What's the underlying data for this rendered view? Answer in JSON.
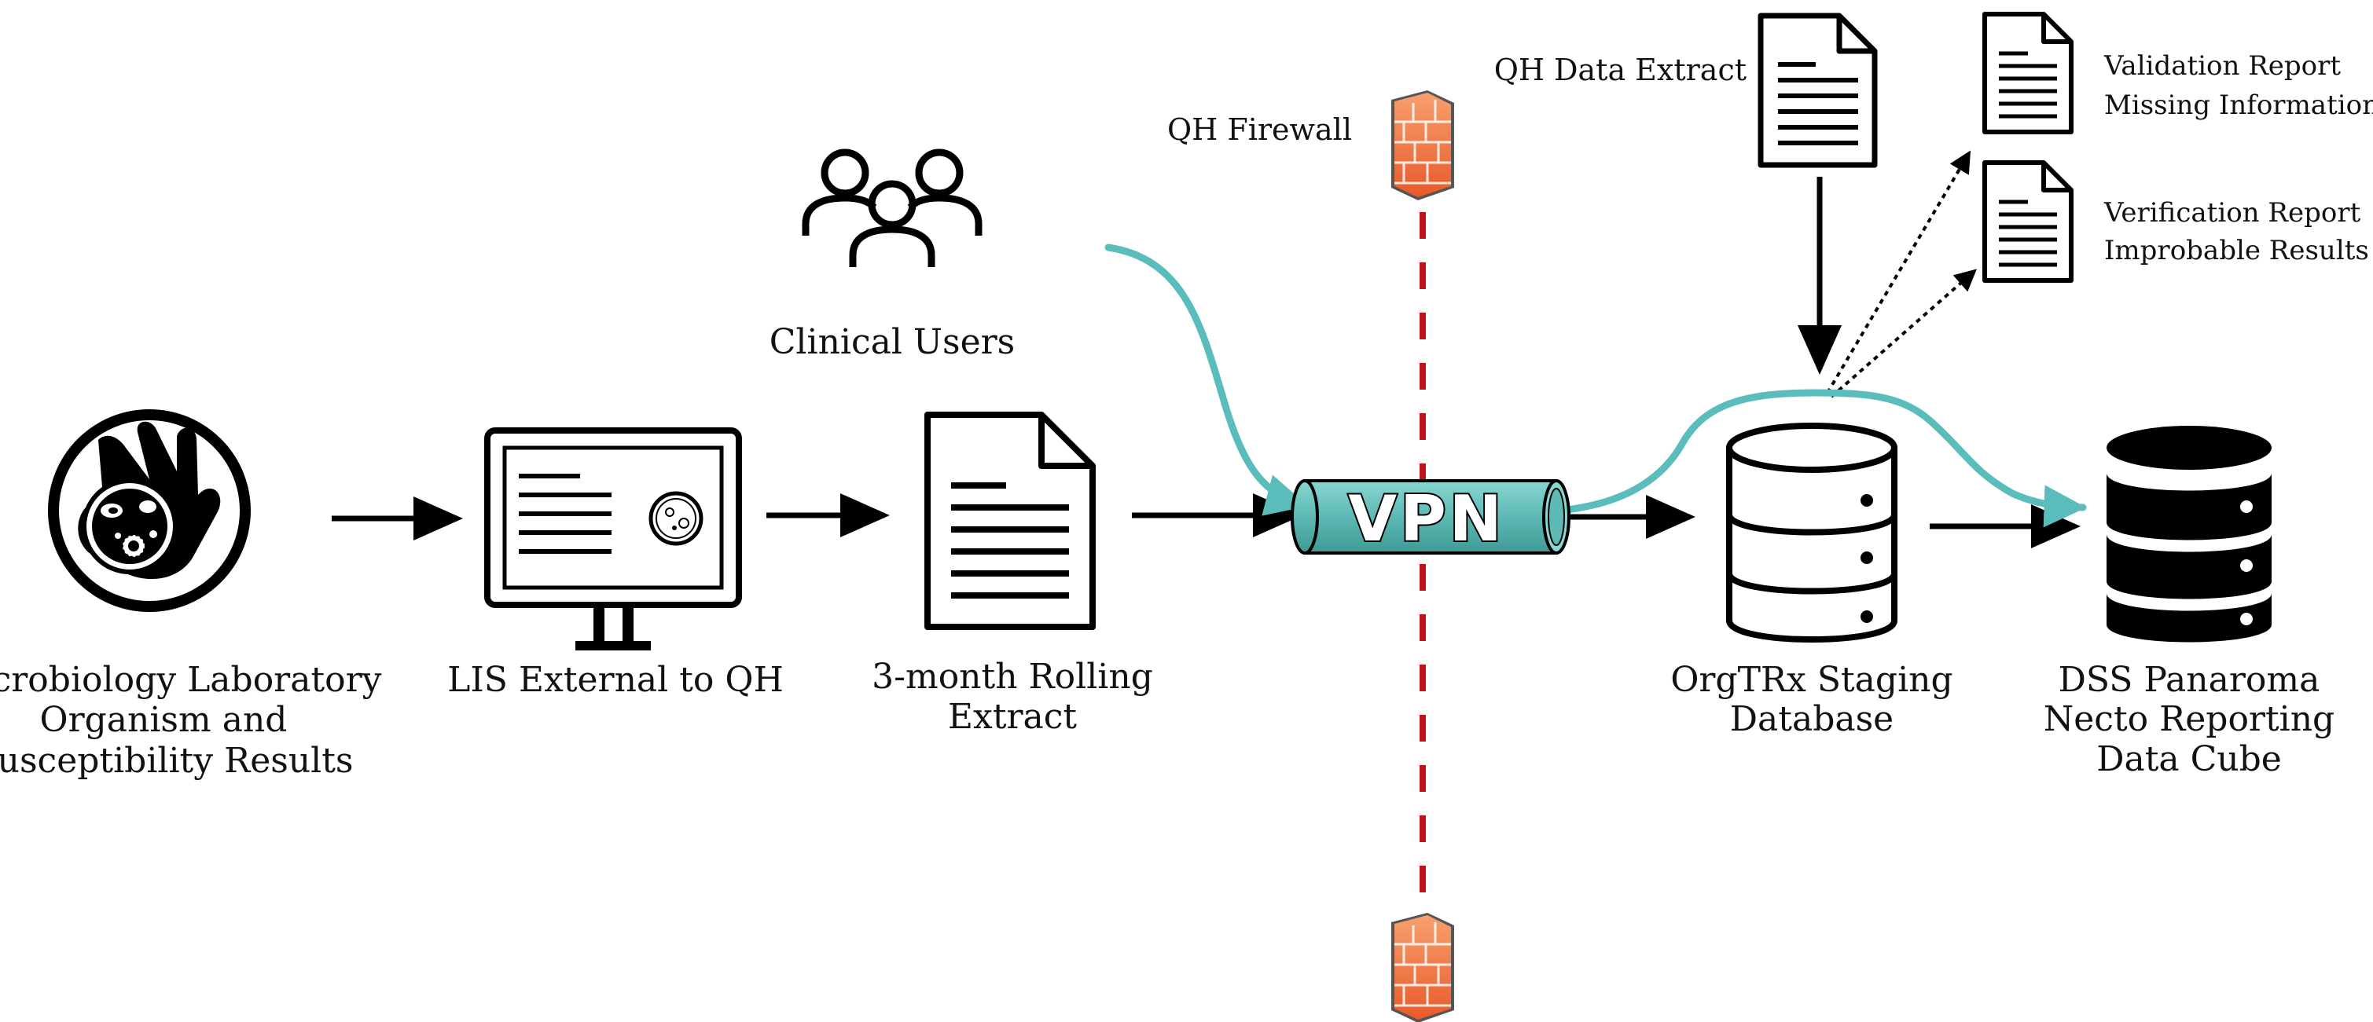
{
  "nodes": {
    "microbiology": {
      "label_lines": [
        "Microbiology Laboratory",
        "Organism and",
        "Susceptibility Results"
      ],
      "icon": "hand-holding-petri-dish-icon"
    },
    "lis": {
      "label_lines": [
        "LIS External to QH"
      ],
      "icon": "computer-monitor-icon"
    },
    "rolling_extract": {
      "label_lines": [
        "3-month Rolling",
        "Extract"
      ],
      "icon": "document-icon"
    },
    "clinical_users": {
      "label_lines": [
        "Clinical Users"
      ],
      "icon": "users-group-icon"
    },
    "firewall": {
      "label": "QH Firewall",
      "icon": "firewall-brick-icon"
    },
    "vpn": {
      "label": "VPN",
      "icon": "vpn-tunnel-pipe-icon"
    },
    "qh_data_extract": {
      "label": "QH Data Extract",
      "icon": "document-icon"
    },
    "validation_report": {
      "label_lines": [
        "Validation Report",
        "Missing Information"
      ],
      "icon": "document-icon"
    },
    "verification_report": {
      "label_lines": [
        "Verification Report",
        "Improbable Results"
      ],
      "icon": "document-icon"
    },
    "staging_db": {
      "label_lines": [
        "OrgTRx Staging",
        "Database"
      ],
      "icon": "database-outline-icon"
    },
    "dss": {
      "label_lines": [
        "DSS Panaroma",
        "Necto Reporting",
        "Data Cube"
      ],
      "icon": "database-filled-icon"
    }
  },
  "colors": {
    "teal_flow": "#5bbcbc",
    "vpn_fill": "#5db9b4",
    "firewall_line": "#c0141b",
    "firewall_brick": "#f0773f",
    "ink": "#000000"
  }
}
